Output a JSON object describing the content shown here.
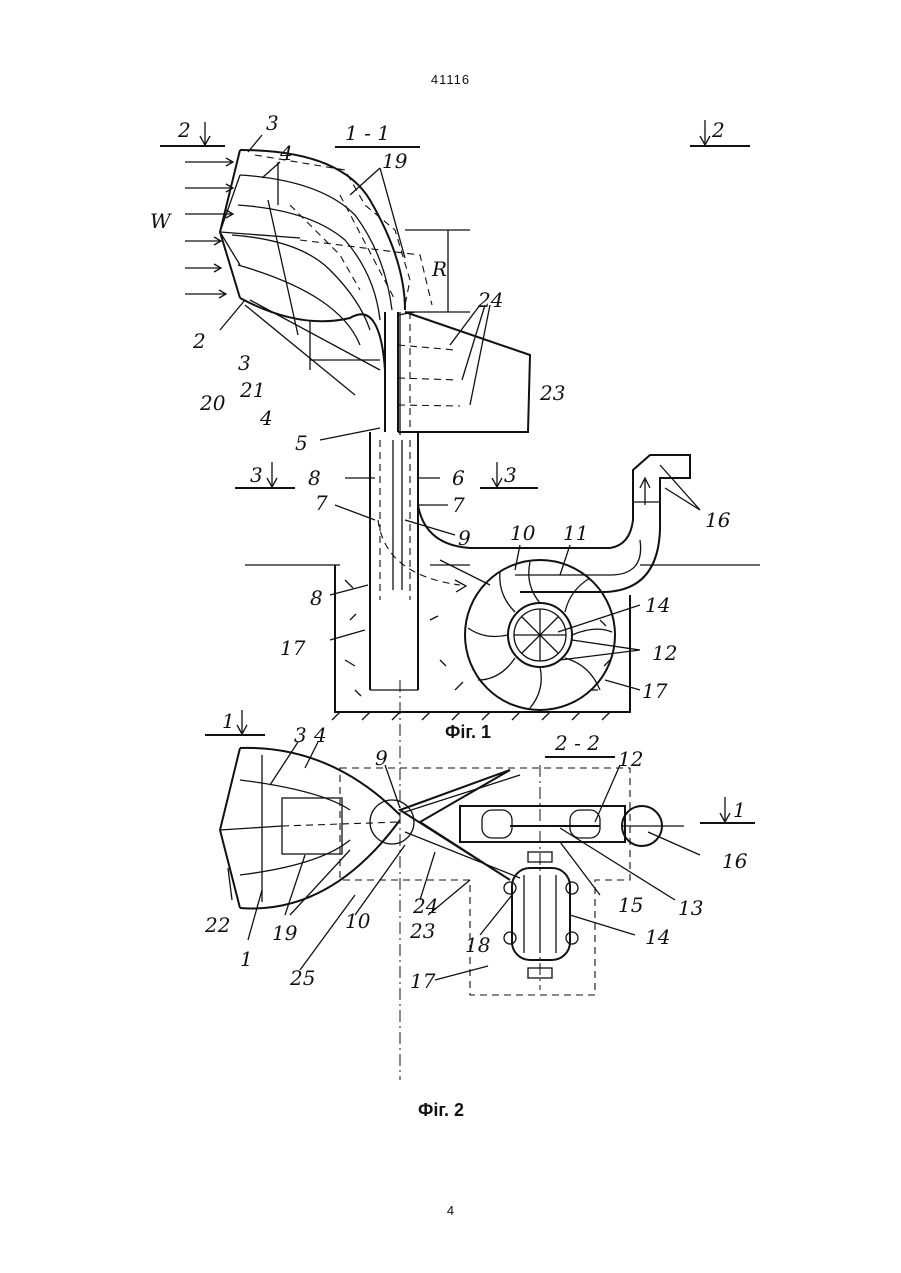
{
  "header": {
    "doc_number": "41116"
  },
  "figures": [
    {
      "caption": "Фіг. 1",
      "section_label": "1 - 1",
      "side_marks": {
        "left": "2",
        "right": "2",
        "mid_left": "3",
        "mid_right": "3"
      },
      "wind_label": "W",
      "dimension_label": "R",
      "callouts": [
        "3",
        "4",
        "19",
        "2",
        "3",
        "20",
        "21",
        "4",
        "24",
        "23",
        "5",
        "8",
        "6",
        "7",
        "7",
        "9",
        "10",
        "11",
        "16",
        "8",
        "17",
        "14",
        "12",
        "17"
      ]
    },
    {
      "caption": "Фіг. 2",
      "section_label": "2 - 2",
      "side_marks": {
        "left": "1",
        "right": "1"
      },
      "callouts": [
        "3",
        "4",
        "9",
        "12",
        "22",
        "1",
        "19",
        "10",
        "24",
        "23",
        "25",
        "15",
        "13",
        "18",
        "14",
        "16",
        "17"
      ]
    }
  ],
  "footer": {
    "page_number": "4"
  }
}
